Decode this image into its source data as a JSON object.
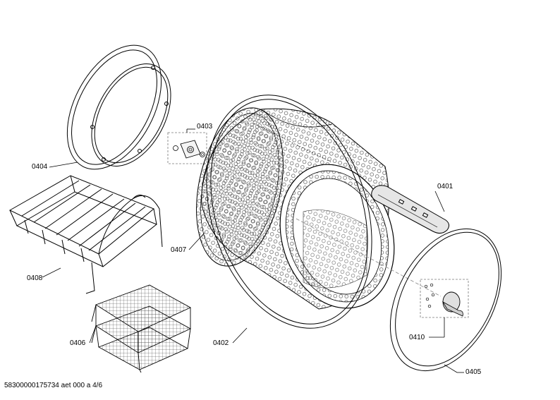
{
  "labels": {
    "p0401": "0401",
    "p0402": "0402",
    "p0403": "0403",
    "p0404": "0404",
    "p0405": "0405",
    "p0406": "0406",
    "p0407": "0407",
    "p0408": "0408",
    "p0410": "0410"
  },
  "footer": {
    "doc_id": "58300000175734 aet 000 a 4/6"
  },
  "colors": {
    "line": "#000000",
    "background": "#ffffff",
    "mesh": "#555555",
    "dash": "#888888"
  }
}
